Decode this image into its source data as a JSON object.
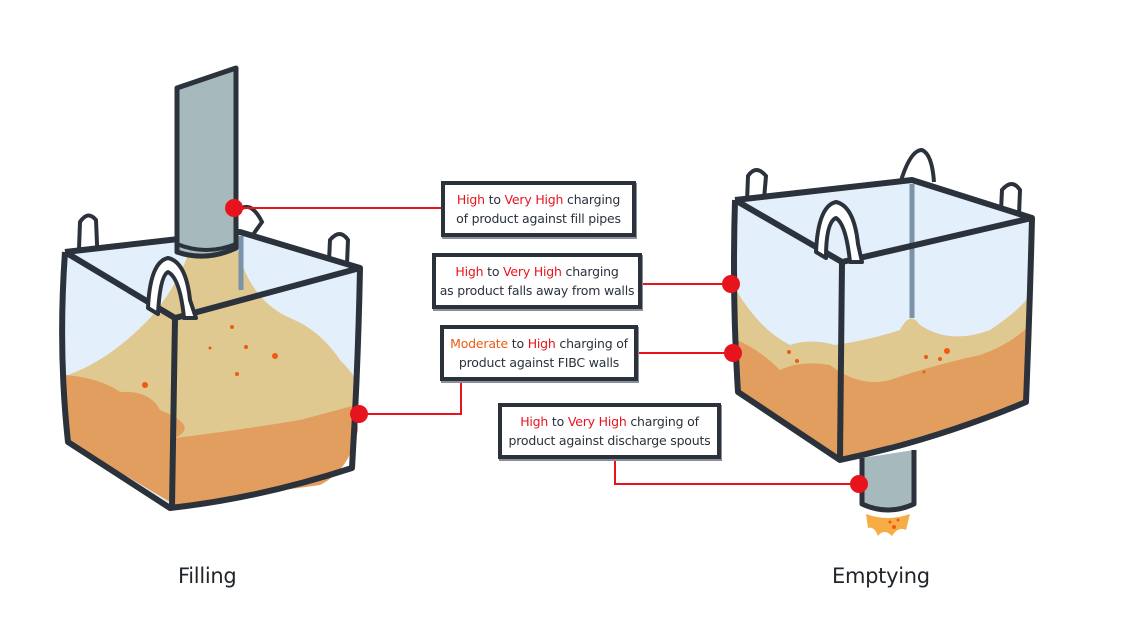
{
  "diagram": {
    "title": "FIBC static charging during filling and emptying",
    "colors": {
      "outline": "#2b323b",
      "marker_red": "#e8141d",
      "moderate_orange": "#ef5a14",
      "pipe_gray": "#a6b9bd",
      "bag_glass": "#e3f0fb",
      "product_light": "#dfc990",
      "product_dark": "#e29e5e",
      "spout_flow": "#f6ad45"
    },
    "panels": [
      {
        "id": "filling",
        "caption": "Filling"
      },
      {
        "id": "emptying",
        "caption": "Emptying"
      }
    ],
    "callouts": [
      {
        "id": "fill-pipes",
        "panel": "filling",
        "level_from": "High",
        "connector": " to ",
        "level_to": "Very High",
        "line1_rest": " charging",
        "line2": "of product against fill pipes"
      },
      {
        "id": "falls-away",
        "panel": "emptying",
        "level_from": "High",
        "connector": " to ",
        "level_to": "Very High",
        "line1_rest": " charging",
        "line2": "as product falls away from walls"
      },
      {
        "id": "fibc-walls",
        "panel": "both",
        "level_from": "Moderate",
        "connector": " to ",
        "level_to": "High",
        "line1_rest": " charging of",
        "line2": "product against FIBC walls"
      },
      {
        "id": "discharge-spouts",
        "panel": "emptying",
        "level_from": "High",
        "connector": " to ",
        "level_to": "Very High",
        "line1_rest": " charging of",
        "line2": "product against discharge spouts"
      }
    ]
  }
}
